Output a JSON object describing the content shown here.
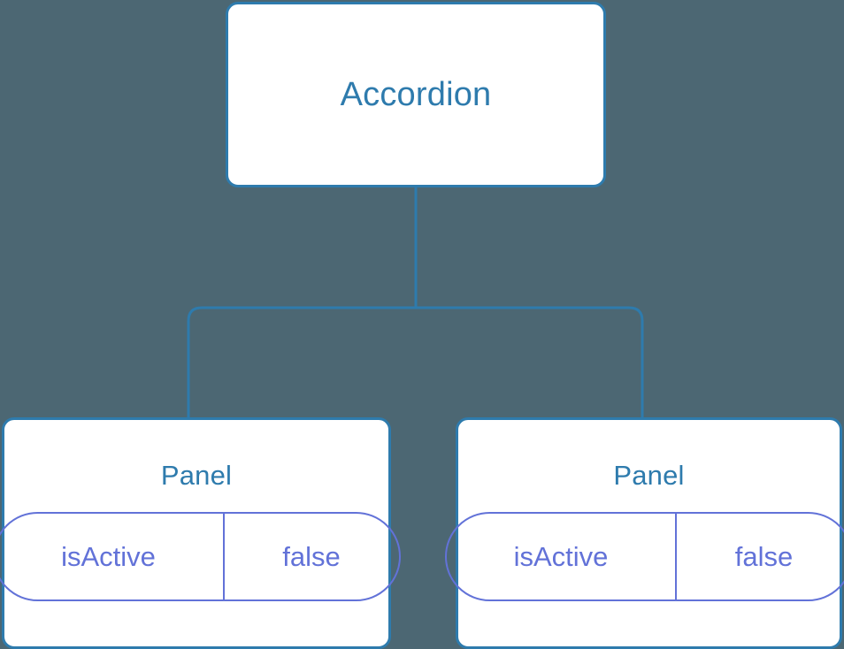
{
  "diagram": {
    "type": "component-tree",
    "background_color": "#4c6773",
    "node_border_color": "#2e7bad",
    "node_title_color": "#2e7bad",
    "node_fill_color": "#ffffff",
    "connector_color": "#2e7bad",
    "prop_color": "#6272d8",
    "root": {
      "title": "Accordion"
    },
    "children": [
      {
        "title": "Panel",
        "props": [
          {
            "key": "isActive",
            "value": "false"
          }
        ]
      },
      {
        "title": "Panel",
        "props": [
          {
            "key": "isActive",
            "value": "false"
          }
        ]
      }
    ]
  }
}
